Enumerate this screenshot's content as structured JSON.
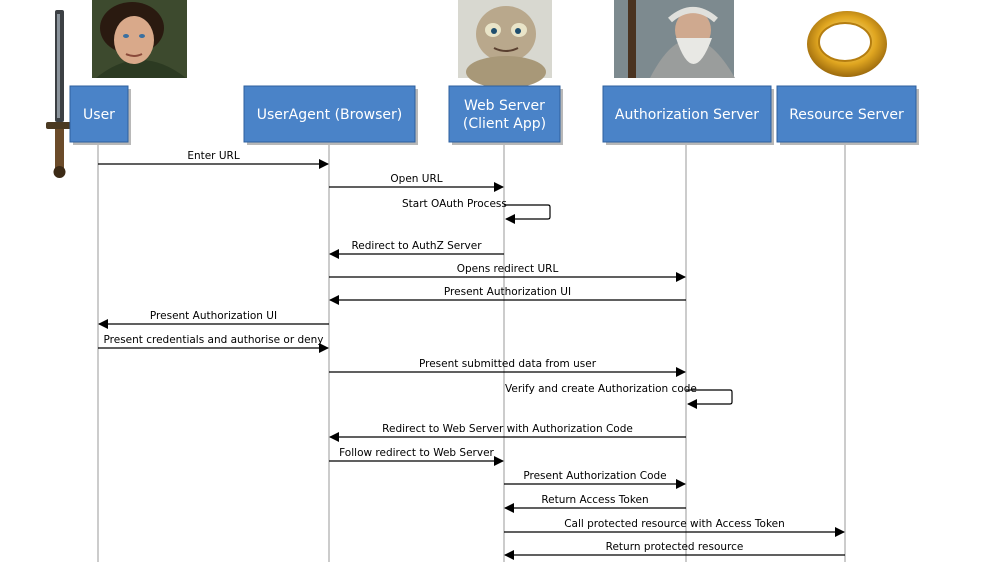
{
  "actors": [
    {
      "id": "user",
      "label_lines": [
        "User"
      ],
      "portrait": "elf-sword-icon"
    },
    {
      "id": "browser",
      "label_lines": [
        "UserAgent (Browser)"
      ],
      "portrait": "hobbit-portrait"
    },
    {
      "id": "webserver",
      "label_lines": [
        "Web Server",
        "(Client App)"
      ],
      "portrait": "gollum-portrait"
    },
    {
      "id": "authz",
      "label_lines": [
        "Authorization Server"
      ],
      "portrait": "wizard-portrait"
    },
    {
      "id": "resource",
      "label_lines": [
        "Resource Server"
      ],
      "portrait": "ring-icon"
    }
  ],
  "colors": {
    "actor_box": "#4a83c8",
    "lifeline": "#9a9a9a",
    "arrow": "#000000"
  },
  "messages": [
    {
      "from": "user",
      "to": "browser",
      "label": "Enter URL"
    },
    {
      "from": "browser",
      "to": "webserver",
      "label": "Open URL"
    },
    {
      "from": "webserver",
      "to": "webserver",
      "label": "Start OAuth Process"
    },
    {
      "from": "webserver",
      "to": "browser",
      "label": "Redirect to AuthZ Server"
    },
    {
      "from": "browser",
      "to": "authz",
      "label": "Opens redirect URL"
    },
    {
      "from": "authz",
      "to": "browser",
      "label": "Present Authorization UI"
    },
    {
      "from": "browser",
      "to": "user",
      "label": "Present Authorization UI"
    },
    {
      "from": "user",
      "to": "browser",
      "label": "Present credentials and authorise or deny"
    },
    {
      "from": "browser",
      "to": "authz",
      "label": "Present submitted data from user"
    },
    {
      "from": "authz",
      "to": "authz",
      "label": "Verify and create Authorization code"
    },
    {
      "from": "authz",
      "to": "browser",
      "label": "Redirect to Web Server with Authorization Code"
    },
    {
      "from": "browser",
      "to": "webserver",
      "label": "Follow redirect to Web Server"
    },
    {
      "from": "webserver",
      "to": "authz",
      "label": "Present Authorization Code"
    },
    {
      "from": "authz",
      "to": "webserver",
      "label": "Return Access Token"
    },
    {
      "from": "webserver",
      "to": "resource",
      "label": "Call protected resource with Access Token"
    },
    {
      "from": "resource",
      "to": "webserver",
      "label": "Return protected resource"
    }
  ]
}
